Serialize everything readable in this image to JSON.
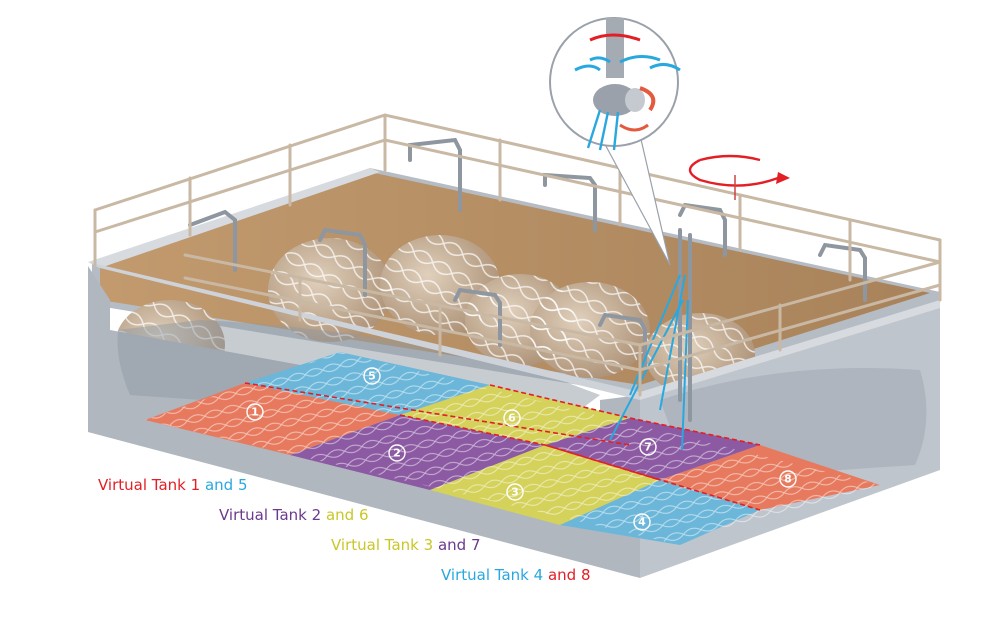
{
  "colors": {
    "red": "#e31e24",
    "blue": "#29a8e0",
    "purple": "#6b3a8e",
    "yellow": "#c9c728",
    "zone_red": "#e77a5e",
    "zone_purple": "#8c5aa3",
    "zone_blue": "#6cb7d9",
    "zone_yellow": "#d4d25b",
    "wall": "#a9b0b9",
    "sand": "#b89066",
    "rail": "#c8b8a4"
  },
  "zones": [
    {
      "number": "1",
      "color": "zone_red"
    },
    {
      "number": "2",
      "color": "zone_purple"
    },
    {
      "number": "3",
      "color": "zone_yellow"
    },
    {
      "number": "4",
      "color": "zone_blue"
    },
    {
      "number": "5",
      "color": "zone_blue"
    },
    {
      "number": "6",
      "color": "zone_yellow"
    },
    {
      "number": "7",
      "color": "zone_purple"
    },
    {
      "number": "8",
      "color": "zone_red"
    }
  ],
  "legend": [
    {
      "prefix": "Virtual Tank ",
      "first": "1",
      "joiner": " and ",
      "second": "5",
      "color_main": "red",
      "color_first": "red",
      "color_joiner": "blue",
      "color_second": "blue"
    },
    {
      "prefix": "Virtual Tank ",
      "first": "2",
      "joiner": " and  ",
      "second": "6",
      "color_main": "purple",
      "color_first": "purple",
      "color_joiner": "yellow",
      "color_second": "yellow"
    },
    {
      "prefix": "Virtual Tank ",
      "first": "3",
      "joiner": " and ",
      "second": "7",
      "color_main": "yellow",
      "color_first": "yellow",
      "color_joiner": "purple",
      "color_second": "purple"
    },
    {
      "prefix": "Virtual Tank ",
      "first": "4",
      "joiner": " and ",
      "second": "8",
      "color_main": "blue",
      "color_first": "blue",
      "color_joiner": "red",
      "color_second": "red"
    }
  ],
  "icons": {
    "mixer": "jet-mixer-icon",
    "rotation": "rotation-arrow-icon"
  }
}
